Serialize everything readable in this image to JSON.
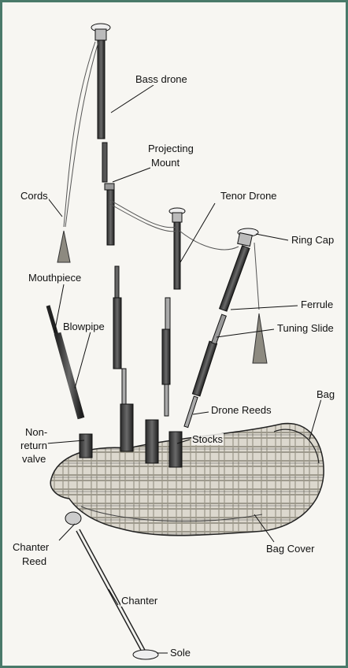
{
  "colors": {
    "frame_border": "#4a7a6a",
    "background": "#f7f6f2",
    "ink": "#1a1a1a",
    "bag_fill": "#d9d5cb",
    "tassel": "#8d8a80"
  },
  "labels": {
    "bass_drone": "Bass drone",
    "projecting_mount_1": "Projecting",
    "projecting_mount_2": "Mount",
    "cords": "Cords",
    "tenor_drone": "Tenor Drone",
    "ring_cap": "Ring Cap",
    "mouthpiece": "Mouthpiece",
    "ferrule": "Ferrule",
    "blowpipe": "Blowpipe",
    "tuning_slide": "Tuning Slide",
    "bag": "Bag",
    "drone_reeds": "Drone Reeds",
    "non_return_valve_1": "Non-",
    "non_return_valve_2": "return",
    "non_return_valve_3": "valve",
    "stocks": "Stocks",
    "chanter_reed_1": "Chanter",
    "chanter_reed_2": "Reed",
    "bag_cover": "Bag Cover",
    "chanter": "Chanter",
    "sole": "Sole"
  }
}
